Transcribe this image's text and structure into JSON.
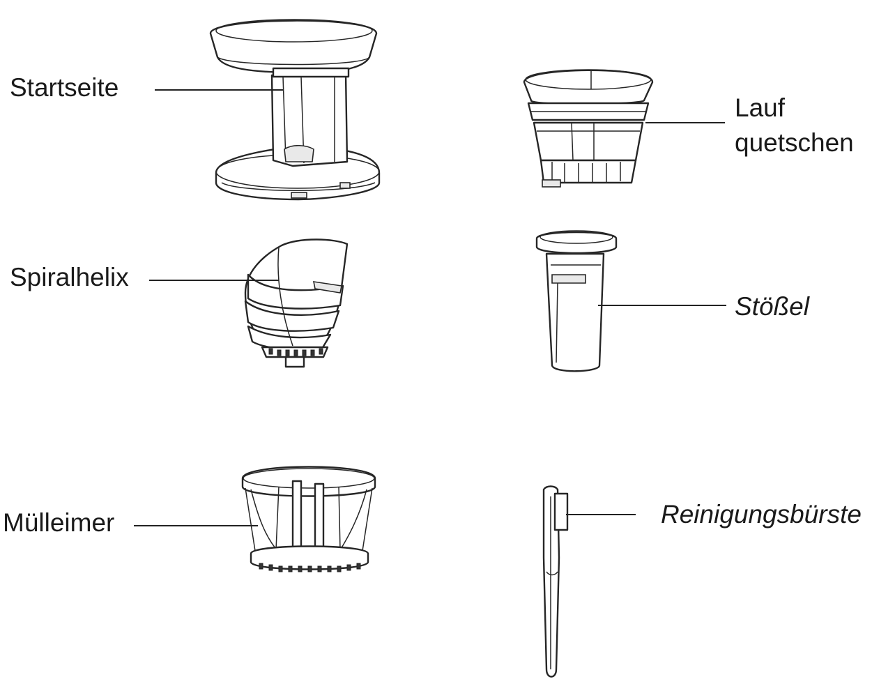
{
  "labels": {
    "startseite": "Startseite",
    "lauf_line1": "Lauf",
    "lauf_line2": "quetschen",
    "spiralhelix": "Spiralhelix",
    "stoessel": "Stößel",
    "muelleimer": "Mülleimer",
    "reinigungsbuerste": "Reinigungsbürste"
  },
  "colors": {
    "line": "#222222",
    "text": "#1a1a1a",
    "background": "#ffffff"
  }
}
